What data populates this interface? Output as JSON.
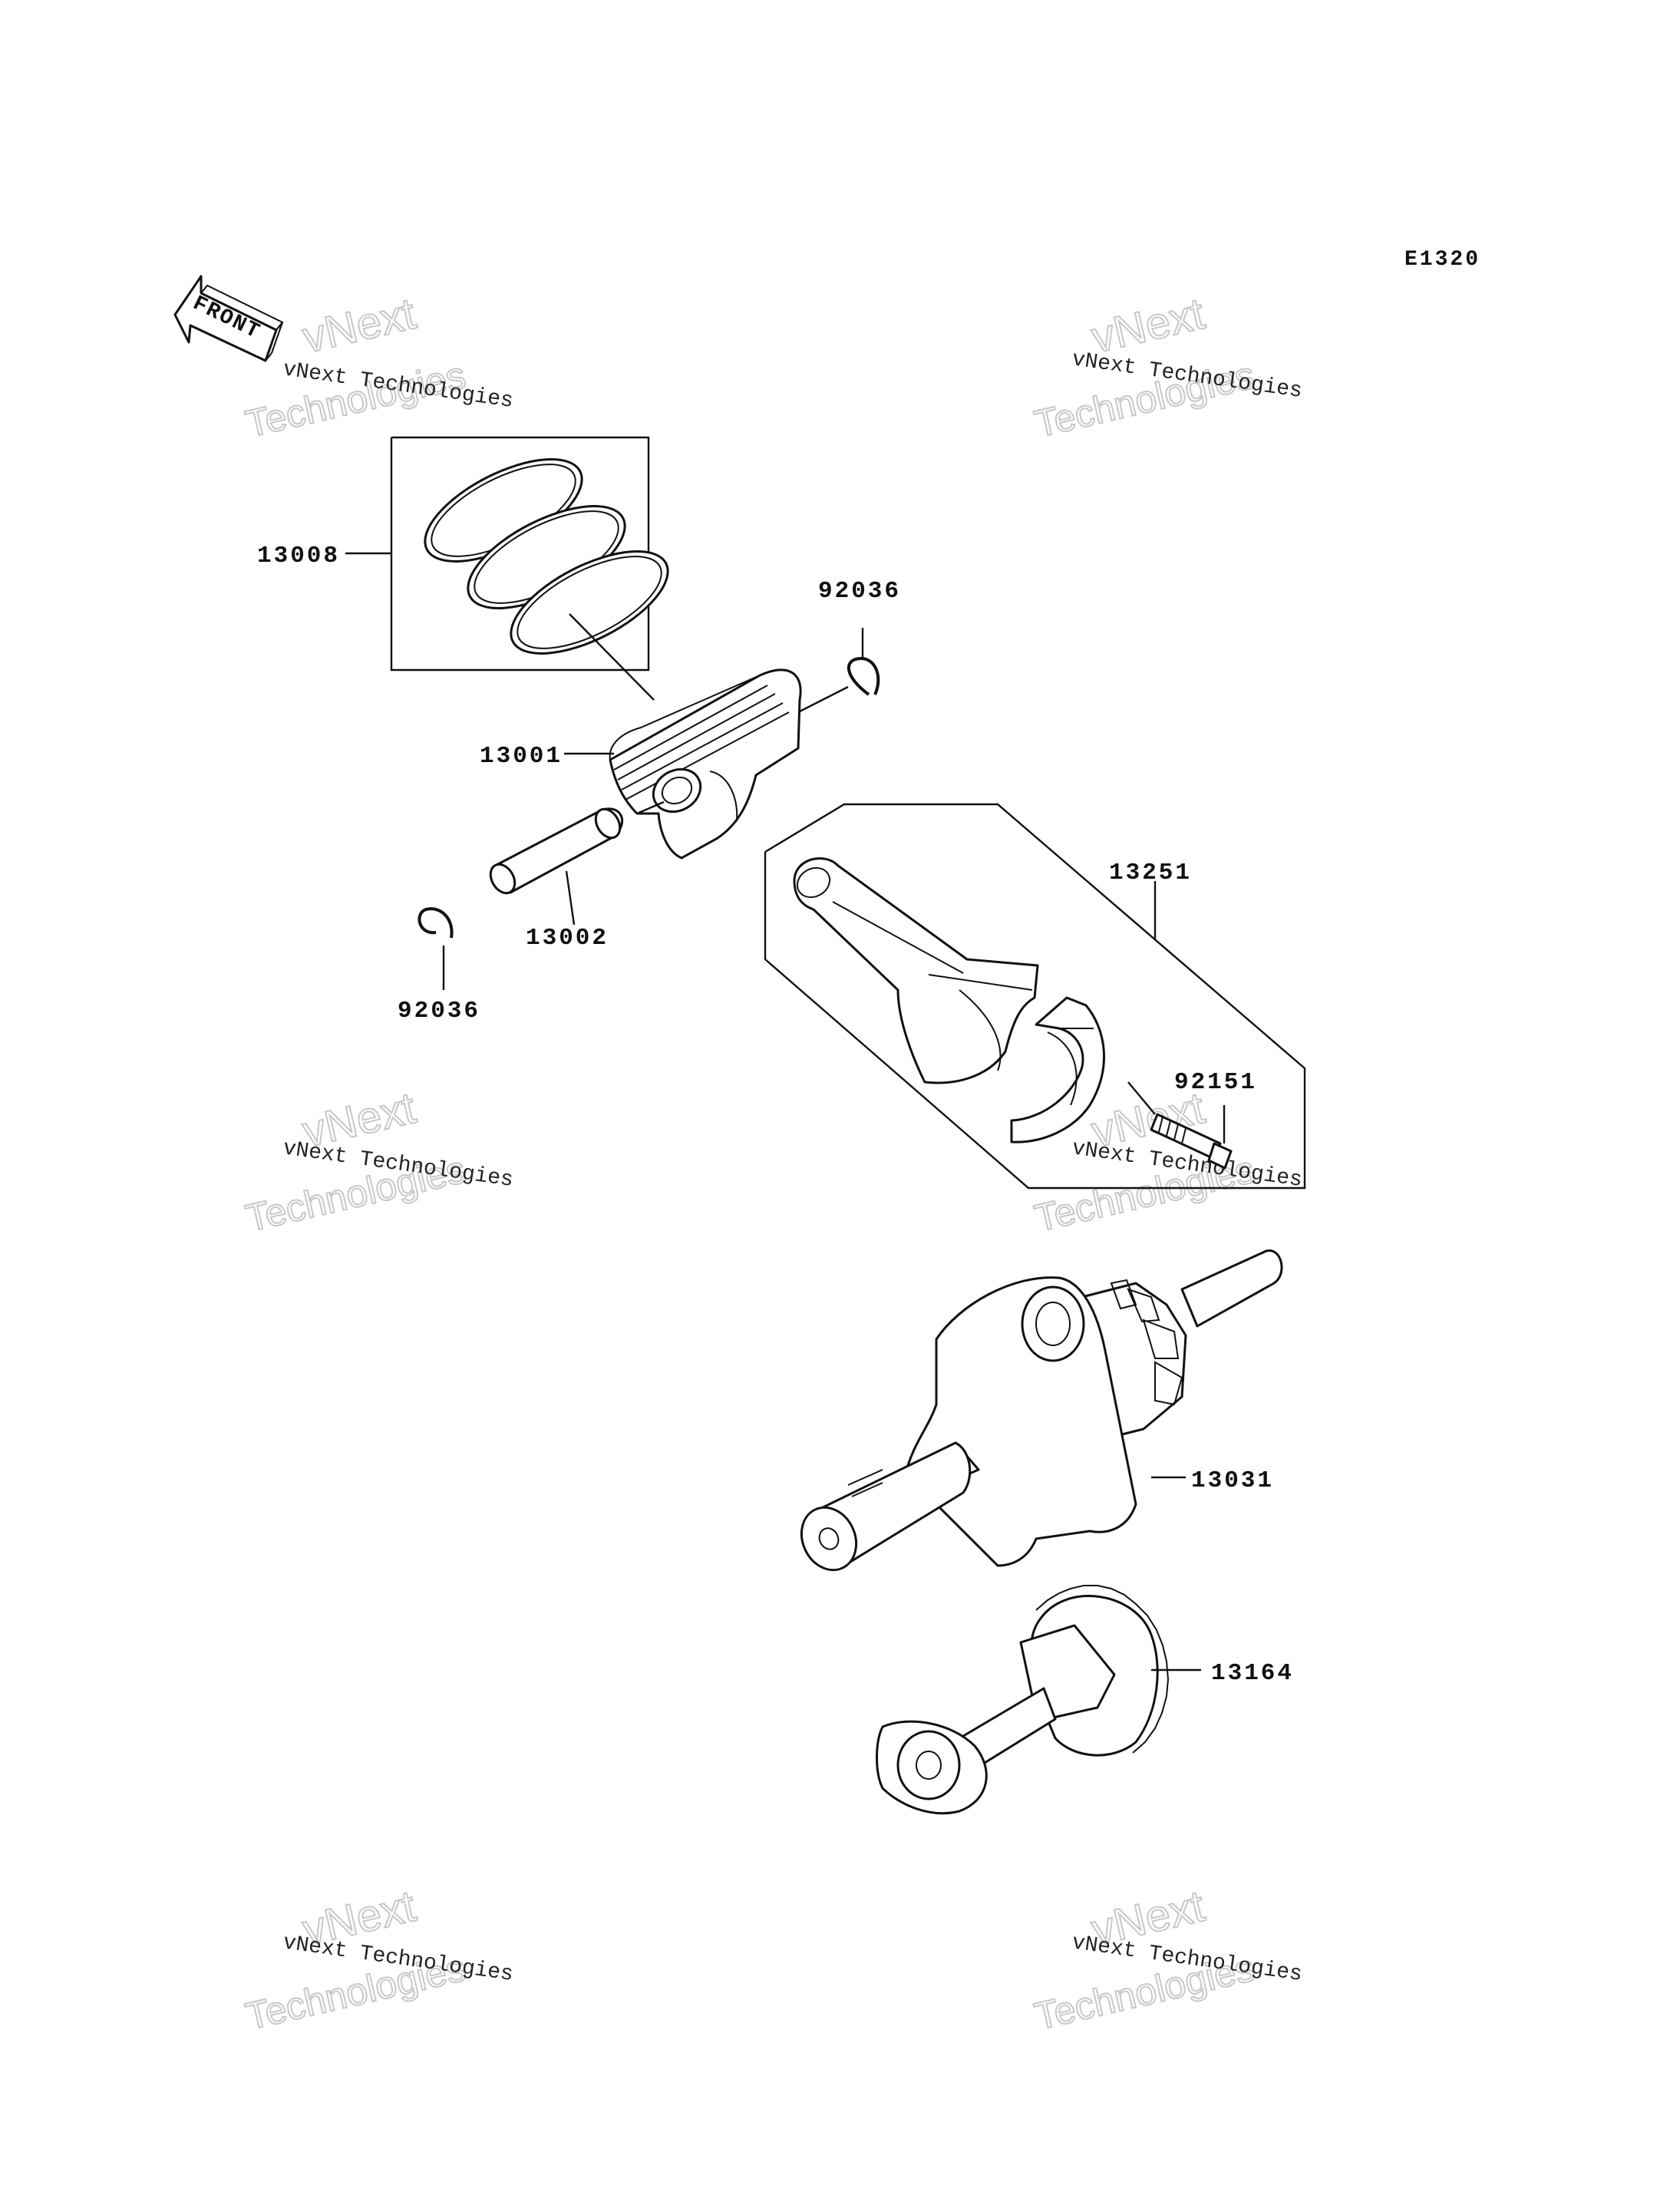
{
  "figure_code": "E1320",
  "front_label": "FRONT",
  "watermark": {
    "line1": "vNext Technologies",
    "line2": "vNext",
    "line3": "Technologies"
  },
  "parts": [
    {
      "id": "13008",
      "label": "13008",
      "name": "piston-ring-set"
    },
    {
      "id": "92036a",
      "label": "92036",
      "name": "piston-pin-clip-right"
    },
    {
      "id": "13001",
      "label": "13001",
      "name": "piston"
    },
    {
      "id": "13002",
      "label": "13002",
      "name": "piston-pin"
    },
    {
      "id": "92036b",
      "label": "92036",
      "name": "piston-pin-clip-left"
    },
    {
      "id": "13251",
      "label": "13251",
      "name": "connecting-rod"
    },
    {
      "id": "92151",
      "label": "92151",
      "name": "connecting-rod-bolt"
    },
    {
      "id": "13031",
      "label": "13031",
      "name": "crankshaft"
    },
    {
      "id": "13164",
      "label": "13164",
      "name": "balancer-shaft"
    }
  ]
}
